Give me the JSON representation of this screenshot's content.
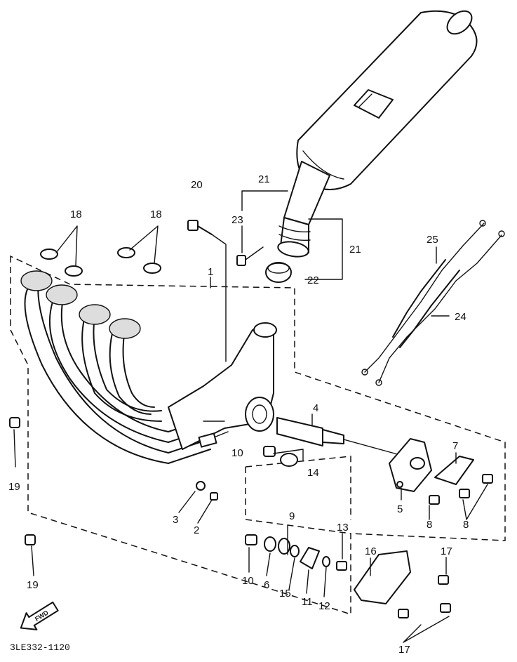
{
  "labels": {
    "p1": "1",
    "p2": "2",
    "p3": "3",
    "p4": "4",
    "p5": "5",
    "p6": "6",
    "p7": "7",
    "p8a": "8",
    "p8b": "8",
    "p9": "9",
    "p10a": "10",
    "p10b": "10",
    "p11": "11",
    "p12": "12",
    "p13": "13",
    "p14": "14",
    "p15": "15",
    "p16": "16",
    "p17a": "17",
    "p17b": "17",
    "p18a": "18",
    "p18b": "18",
    "p19a": "19",
    "p19b": "19",
    "p20": "20",
    "p21a": "21",
    "p21b": "21",
    "p22": "22",
    "p23": "23",
    "p24": "24",
    "p25": "25"
  },
  "fwd_label": "FWD",
  "diagram_code": "3LE332-1120"
}
